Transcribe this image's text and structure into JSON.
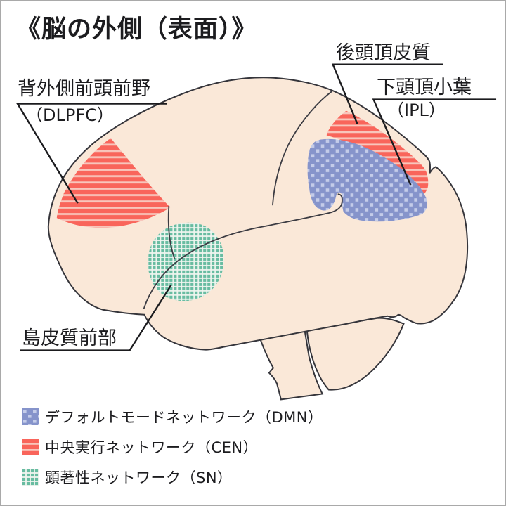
{
  "title": "《脳の外側（表面）》",
  "labels": {
    "dlpfc": {
      "line1": "背外側前頭前野",
      "line2": "（DLPFC）"
    },
    "ppc": {
      "line1": "後頭頂皮質"
    },
    "ipl": {
      "line1": "下頭頂小葉",
      "line2": "（IPL）"
    },
    "insula": {
      "line1": "島皮質前部"
    }
  },
  "legend": [
    {
      "id": "dmn",
      "label": "デフォルトモードネットワーク（DMN）",
      "pattern": "dots"
    },
    {
      "id": "cen",
      "label": "中央実行ネットワーク（CEN）",
      "pattern": "stripes"
    },
    {
      "id": "sn",
      "label": "顕著性ネットワーク（SN）",
      "pattern": "grid"
    }
  ],
  "colors": {
    "brain_fill": "#FAE8D8",
    "outline": "#35353B",
    "dmn_blue": "#8694CB",
    "dmn_dot": "#C4CCE9",
    "cen_red": "#F9655B",
    "cen_stripe": "#F8C6BC",
    "sn_green": "#68BCA1",
    "sn_bg": "#EFF5EF",
    "text": "#1C1C1F"
  }
}
